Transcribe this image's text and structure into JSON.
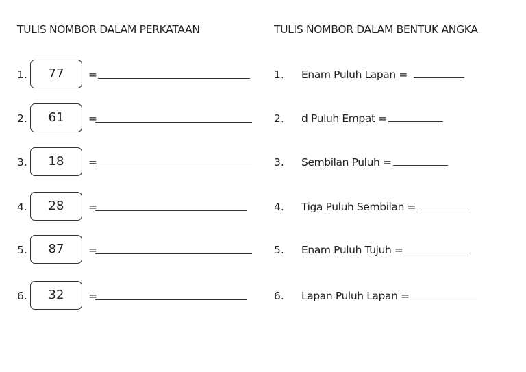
{
  "headings": {
    "left": "TULIS NOMBOR DALAM PERKATAAN",
    "right": "TULIS NOMBOR DALAM BENTUK ANGKA"
  },
  "left_items": [
    {
      "label": "1.",
      "number": "77",
      "eq": "="
    },
    {
      "label": "2.",
      "number": "61",
      "eq": "="
    },
    {
      "label": "3.",
      "number": "18",
      "eq": "="
    },
    {
      "label": "4.",
      "number": "28",
      "eq": "="
    },
    {
      "label": "5.",
      "number": "87",
      "eq": "="
    },
    {
      "label": "6.",
      "number": "32",
      "eq": "="
    }
  ],
  "right_items": [
    {
      "label": "1.",
      "text": "Enam Puluh Lapan ="
    },
    {
      "label": "2.",
      "text": "d Puluh Empat ="
    },
    {
      "label": "3.",
      "text": "Sembilan Puluh ="
    },
    {
      "label": "4.",
      "text": "Tiga Puluh Sembilan ="
    },
    {
      "label": "5.",
      "text": "Enam Puluh Tujuh ="
    },
    {
      "label": "6.",
      "text": "Lapan Puluh Lapan ="
    }
  ]
}
